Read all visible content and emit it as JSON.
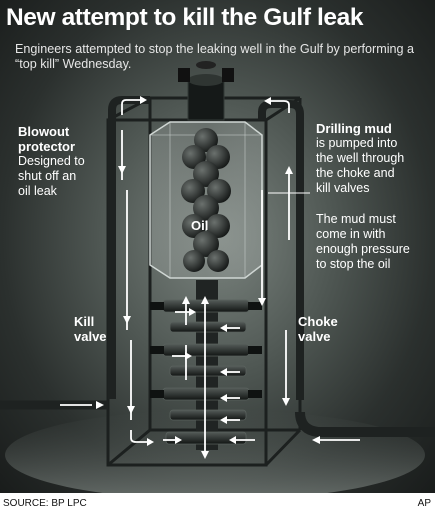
{
  "title": "New attempt to kill the Gulf leak",
  "subtitle": "Engineers attempted to stop the leaking well in the Gulf by performing a “top kill” Wednesday.",
  "labels": {
    "blowout_heading": "Blowout protector",
    "blowout_desc_1": "Designed to",
    "blowout_desc_2": "shut off an",
    "blowout_desc_3": "oil leak",
    "mud_heading": "Drilling mud",
    "mud_desc_1": "is pumped into",
    "mud_desc_2": "the well through",
    "mud_desc_3": "the choke and",
    "mud_desc_4": "kill valves",
    "mud_note_1": "The mud must",
    "mud_note_2": "come in with",
    "mud_note_3": "enough pressure",
    "mud_note_4": "to stop the oil",
    "oil": "Oil",
    "kill_valve_1": "Kill",
    "kill_valve_2": "valve",
    "choke_valve_1": "Choke",
    "choke_valve_2": "valve"
  },
  "footer": {
    "source": "SOURCE: BP LPC",
    "credit": "AP"
  },
  "colors": {
    "background_center": "#7c8580",
    "background_edge": "#191c1b",
    "text": "#ffffff",
    "pipe": "#1e2221",
    "arrow": "#ffffff"
  }
}
